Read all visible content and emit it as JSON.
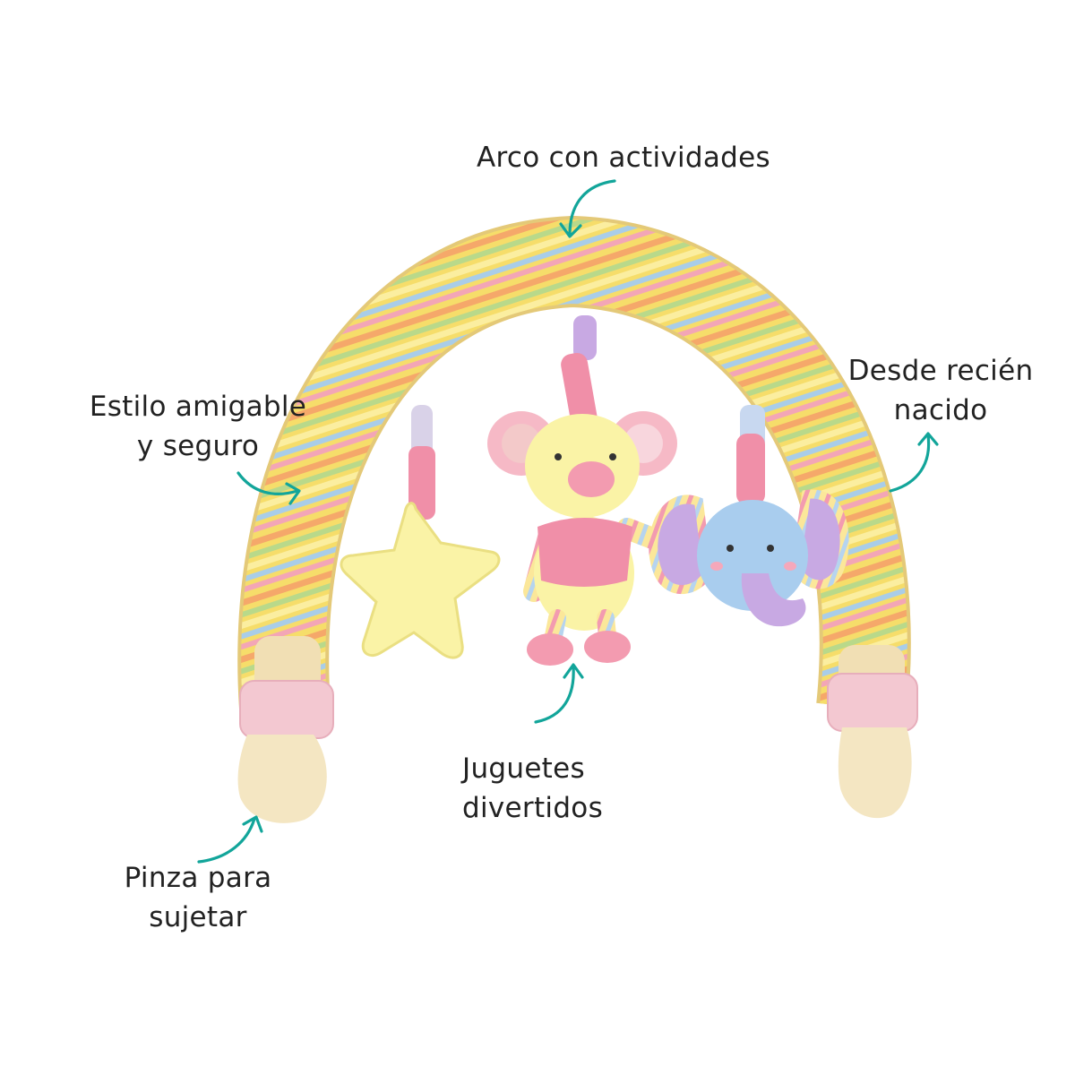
{
  "colors": {
    "arrow": "#12a59a",
    "text": "#222222",
    "stripe_yellow": "#f6dd6a",
    "stripe_orange": "#f5a86a",
    "stripe_green": "#b9d98a",
    "stripe_blue": "#a9cde8",
    "stripe_pink": "#f3a6b6",
    "plush_yellow": "#faf3a6",
    "plush_pink": "#f08fa8",
    "plush_blue": "#a9cdee",
    "plush_purple": "#c8a9e3",
    "clip_cream": "#f4e6c2",
    "clip_pink": "#f3c8d1"
  },
  "annotations": {
    "arch": {
      "line1": "Arco con actividades"
    },
    "style": {
      "line1": "Estilo amigable",
      "line2": "y seguro"
    },
    "newborn": {
      "line1": "Desde recién",
      "line2": "nacido"
    },
    "toys": {
      "line1": "Juguetes",
      "line2": "divertidos"
    },
    "clip": {
      "line1": "Pinza para",
      "line2": "sujetar"
    }
  }
}
